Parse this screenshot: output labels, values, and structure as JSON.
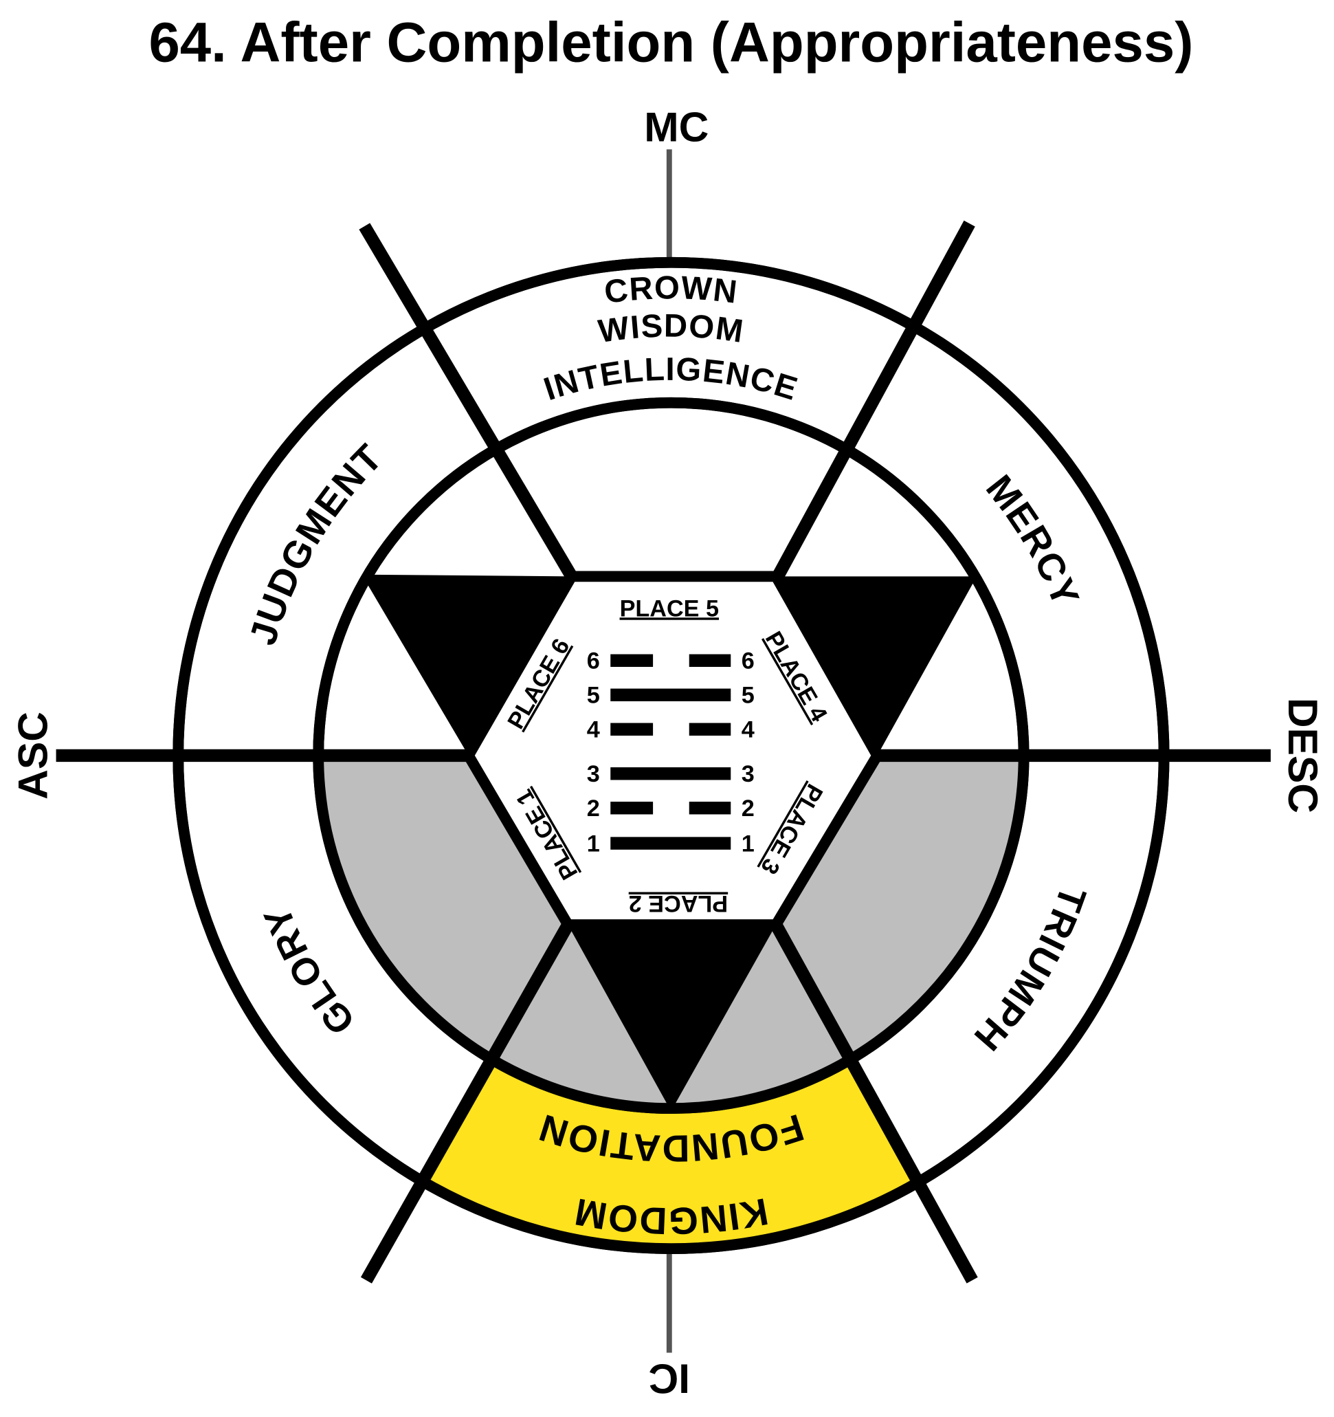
{
  "title": "64. After Completion (Appropriateness)",
  "axes": {
    "top": "MC",
    "bottom": "IC",
    "left": "ASC",
    "right": "DESC"
  },
  "ring_labels": {
    "top": [
      "CROWN",
      "WISDOM",
      "INTELLIGENCE"
    ],
    "upper_left": "JUDGMENT",
    "upper_right": "MERCY",
    "lower_left": "GLORY",
    "lower_right": "TRIUMPH",
    "bottom": [
      "KINGDOM",
      "FOUNDATION"
    ]
  },
  "places": {
    "p1": "PLACE 1",
    "p2": "PLACE 2",
    "p3": "PLACE 3",
    "p4": "PLACE 4",
    "p5": "PLACE 5",
    "p6": "PLACE 6"
  },
  "hexagram": {
    "line_numbers": [
      "1",
      "2",
      "3",
      "4",
      "5",
      "6"
    ],
    "lines_bottom_to_top": [
      "yang",
      "yin",
      "yang",
      "yin",
      "yang",
      "yin"
    ]
  },
  "colors": {
    "highlight": "#fde21d",
    "shade": "#bebebe",
    "ink": "#000000"
  }
}
